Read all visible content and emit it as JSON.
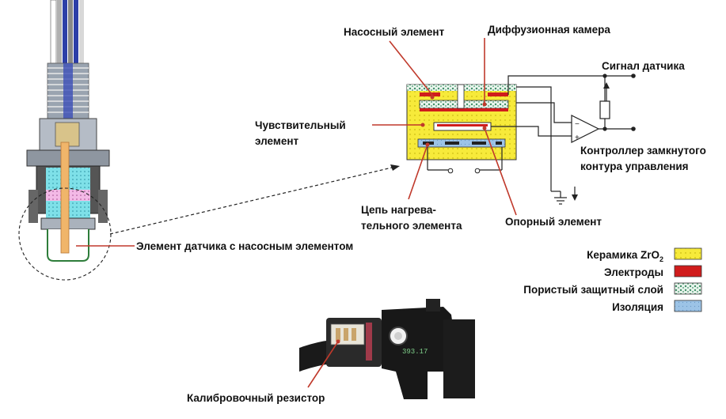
{
  "labels": {
    "pump_element": "Насосный элемент",
    "diffusion_chamber": "Диффузионная камера",
    "sensor_signal": "Сигнал датчика",
    "sensitive_element_1": "Чувствительный",
    "sensitive_element_2": "элемент",
    "controller_1": "Контроллер замкнутого",
    "controller_2": "контура управления",
    "heater_1": "Цепь нагрева-",
    "heater_2": "тельного элемента",
    "reference_element": "Опорный элемент",
    "sensor_element": "Элемент датчика с насосным элементом",
    "calibration_resistor": "Калибровочный резистор",
    "connector_code": "393.17"
  },
  "legend": {
    "items": [
      {
        "label": "Керамика ZrO",
        "sub": "2",
        "color": "#f7ea3a"
      },
      {
        "label": "Электроды",
        "sub": "",
        "color": "#d01c1c"
      },
      {
        "label": "Пористый защитный слой",
        "sub": "",
        "color": "#3f8f66"
      },
      {
        "label": "Изоляция",
        "sub": "",
        "color": "#9cc3e6"
      }
    ]
  },
  "colors": {
    "ceramic": "#f7ea3a",
    "electrode": "#d01c1c",
    "porous": "#3f8f66",
    "insulation": "#9cc3e6",
    "leader": "#c0392b"
  }
}
